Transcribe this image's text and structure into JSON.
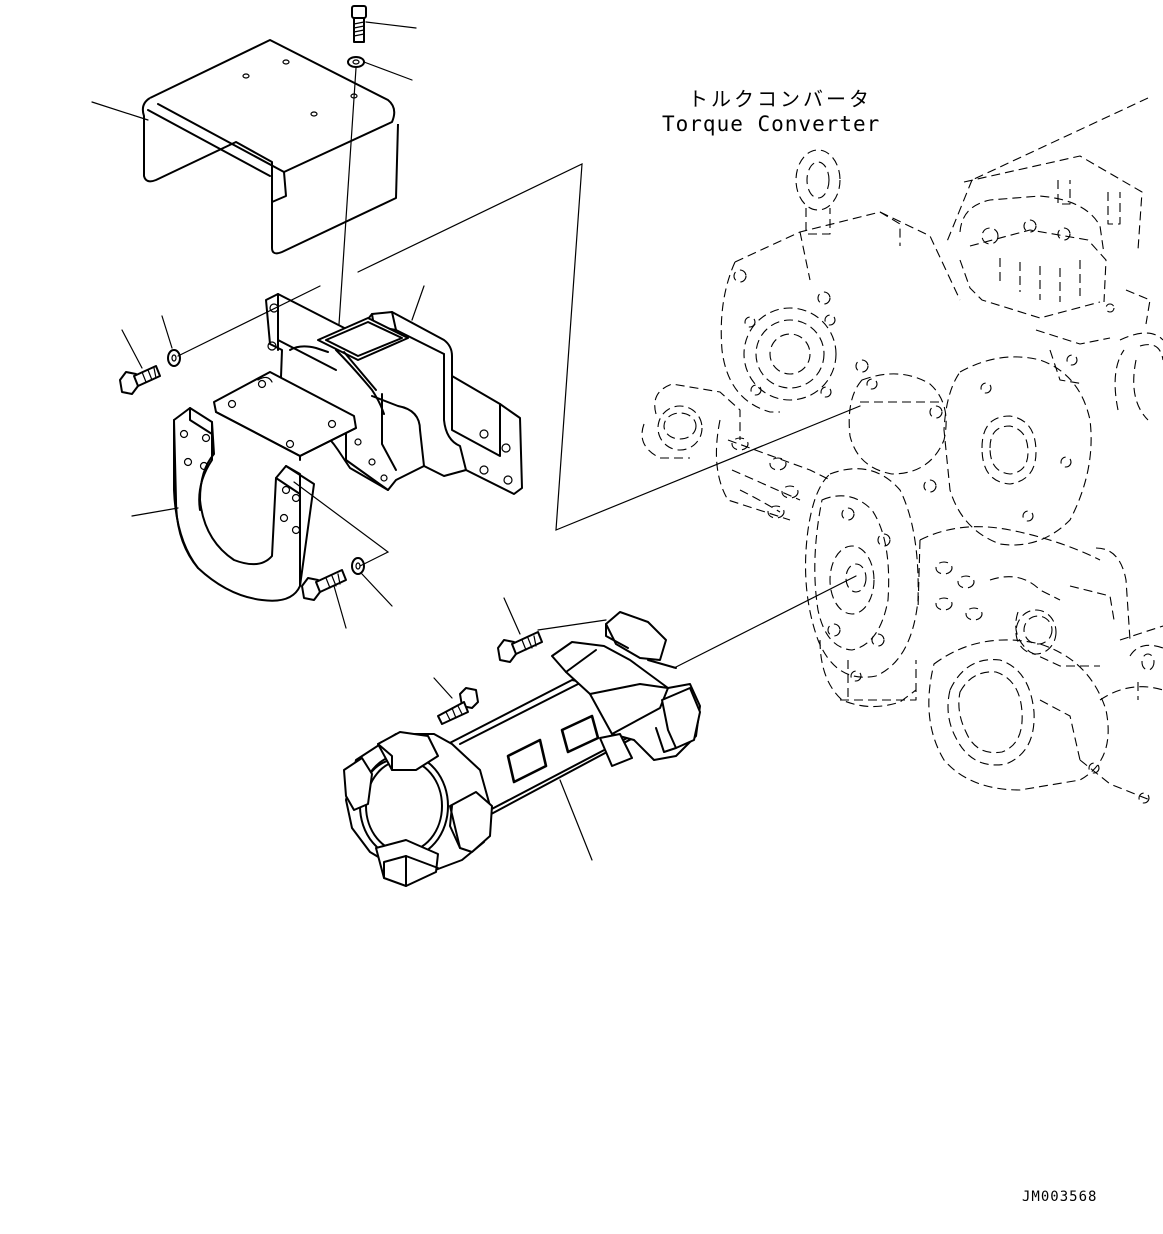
{
  "diagram": {
    "label_japanese": "トルクコンバータ",
    "label_english": "Torque Converter",
    "drawing_id": "JM003568"
  }
}
